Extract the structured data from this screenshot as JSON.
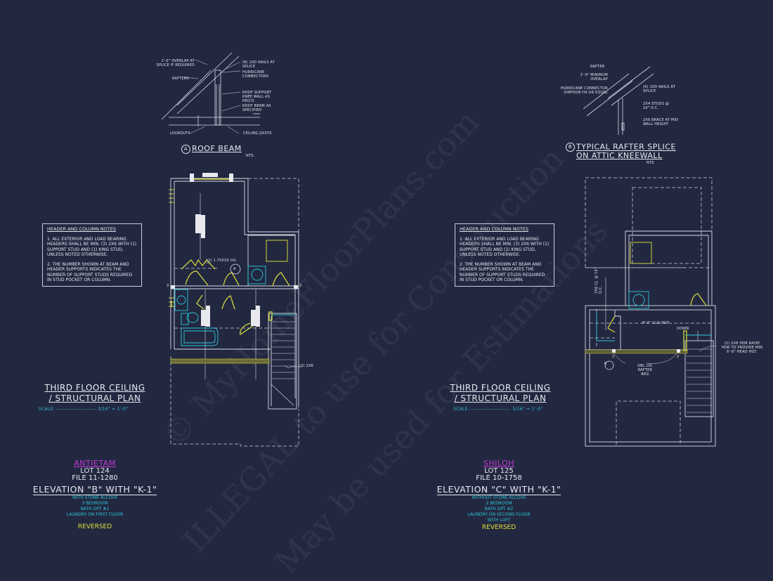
{
  "colors": {
    "background": "#232841",
    "linework": "#d8dbe4",
    "yellow": "#cfd33c",
    "cyan": "#29c7d6",
    "magenta": "#c23ad6"
  },
  "detail_a": {
    "marker": "A",
    "title": "ROOF BEAM",
    "nts": "NTS.",
    "callouts": {
      "overlap": "1'-0\" OVERLAP AT SPLICE IF REQUIRED",
      "rafters": "RAFTERS",
      "nails": "(6) 10d NAILS AT SPLICE",
      "hurricane": "HURRICANE CONNECTORS",
      "knee": "ROOF SUPPORT KNEE WALL AS REQ'D",
      "beam": "ROOF BEAM AS SPECIFIED",
      "lookouts": "LOOKOUTS",
      "joists": "CEILING JOISTS"
    }
  },
  "detail_b": {
    "marker": "B",
    "title_line1": "TYPICAL RAFTER SPLICE",
    "title_line2": "ON ATTIC KNEEWALL",
    "nts": "NTS",
    "callouts": {
      "rafter": "RAFTER",
      "overlap": "1'-0\" MINIMUM OVERLAP",
      "hurricane": "HURRICANE CONNECTOR SIMPSON H4 OR EQUAL",
      "nails": "(6) 10d NAILS AT SPLICE",
      "studs": "2x4 STUDS @ 16\" O.C.",
      "brace": "2x6 BRACE AT MID WALL HEIGHT"
    }
  },
  "notes": {
    "title": "HEADER AND COLUMN NOTES",
    "items": [
      "1. ALL EXTERIOR AND LOAD BEARING HEADERS SHALL BE MIN. (3) 2x6 WITH (1) SUPPORT STUD AND (1) KING STUD, UNLESS NOTED OTHERWISE.",
      "2. THE NUMBER SHOWN AT BEAM AND HEADER SUPPORTS INDICATES THE NUMBER OF SUPPORT STUDS REQUIRED IN STUD POCKET OR COLUMN."
    ]
  },
  "plan_left": {
    "title_line1": "THIRD FLOOR CEILING",
    "title_line2": "/ STRUCTURAL PLAN",
    "scale": "SCALE: ----------------------- 3/16\" = 1'-0\"",
    "callouts": {
      "lvl": "(2) 1.75x16 LVL",
      "header": "(2) 2x6",
      "section": "A",
      "stud_left": "3",
      "stud_right": "3"
    }
  },
  "plan_right": {
    "title_line1": "THIRD FLOOR CEILING",
    "title_line2": "/ STRUCTURAL PLAN",
    "scale": "SCALE: ----------------------- 3/16\" = 1'-0\"",
    "callouts": {
      "cj": "2x6 CJ. @ 16\" O.C.",
      "clg": "8'-0\" CLG HGT",
      "down": "DOWN",
      "hdr": "(2) 2x8 HDR RAISE HDR TO PROVIDE MIN 6'-8\" HEAD HGT.",
      "rafter": "DBL LVL RAFTER BRG",
      "section": "B",
      "stud_left": "2",
      "stud_right": "2"
    }
  },
  "info_left": {
    "name": "ANTIETAM",
    "lot": "LOT 124",
    "file": "FILE 11-1280",
    "elevation": "ELEVATION \"B\" WITH \"K-1\"",
    "options": [
      "WITH STONE ALCOVE",
      "3 BEDROOM",
      "BATH OPT #1",
      "LAUNDRY ON FIRST FLOOR"
    ],
    "status": "REVERSED"
  },
  "info_right": {
    "name": "SHILOH",
    "lot": "LOT 125",
    "file": "FILE 10-1758",
    "elevation": "ELEVATION \"C\" WITH \"K-1\"",
    "options": [
      "WITHOUT STONE ALCOVE",
      "2 BEDROOM",
      "BATH OPT #2",
      "LAUNDRY ON SECOND FLOOR",
      "WITH LOFT"
    ],
    "status": "REVERSED"
  },
  "watermark": {
    "line1": "© MyHomeFloorPlans.com",
    "line2": "ILLEGAL to use for Construction",
    "line3": "May be used for Estimations"
  }
}
